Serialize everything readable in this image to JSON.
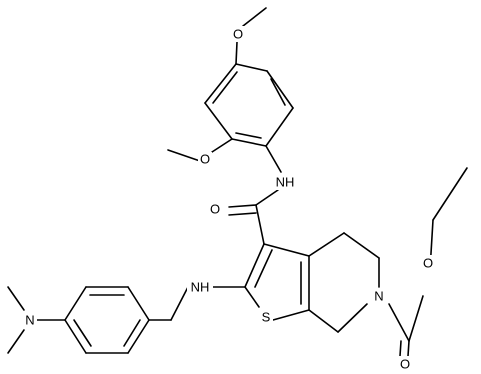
{
  "molecule": {
    "atom_labels": {
      "methoxy_top_O": "O",
      "methoxy_left_O": "O",
      "amide_NH": "NH",
      "amide_O": "O",
      "amine_NH": "NH",
      "dimethylamino_N": "N",
      "thiophene_S": "S",
      "ring_N": "N",
      "carbamate_O_ether": "O",
      "carbamate_O_carbonyl": "O"
    }
  }
}
